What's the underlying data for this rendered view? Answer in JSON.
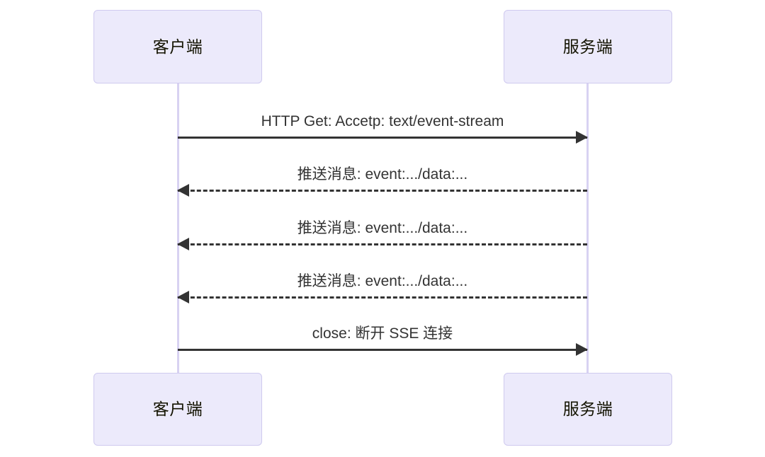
{
  "diagram": {
    "type": "sequence-diagram",
    "background_color": "#FFFFFF",
    "actor_fill_color": "#ECEAFB",
    "actor_border_color": "#CFCAEF",
    "lifeline_color": "#D8D2F2",
    "message_color": "#333333",
    "actors": [
      {
        "id": "client",
        "label": "客户端"
      },
      {
        "id": "server",
        "label": "服务端"
      }
    ],
    "actors_bottom": [
      {
        "id": "client",
        "label": "客户端"
      },
      {
        "id": "server",
        "label": "服务端"
      }
    ],
    "messages": [
      {
        "label": "HTTP Get: Accetp: text/event-stream",
        "from": "client",
        "to": "server",
        "direction": "right",
        "line_style": "solid",
        "arrow": "solid-filled"
      },
      {
        "label": "推送消息: event:.../data:...",
        "from": "server",
        "to": "client",
        "direction": "left",
        "line_style": "dashed",
        "arrow": "solid-filled"
      },
      {
        "label": "推送消息: event:.../data:...",
        "from": "server",
        "to": "client",
        "direction": "left",
        "line_style": "dashed",
        "arrow": "solid-filled"
      },
      {
        "label": "推送消息: event:.../data:...",
        "from": "server",
        "to": "client",
        "direction": "left",
        "line_style": "dashed",
        "arrow": "solid-filled"
      },
      {
        "label": "close: 断开 SSE 连接",
        "from": "client",
        "to": "server",
        "direction": "right",
        "line_style": "solid",
        "arrow": "solid-filled"
      }
    ]
  }
}
